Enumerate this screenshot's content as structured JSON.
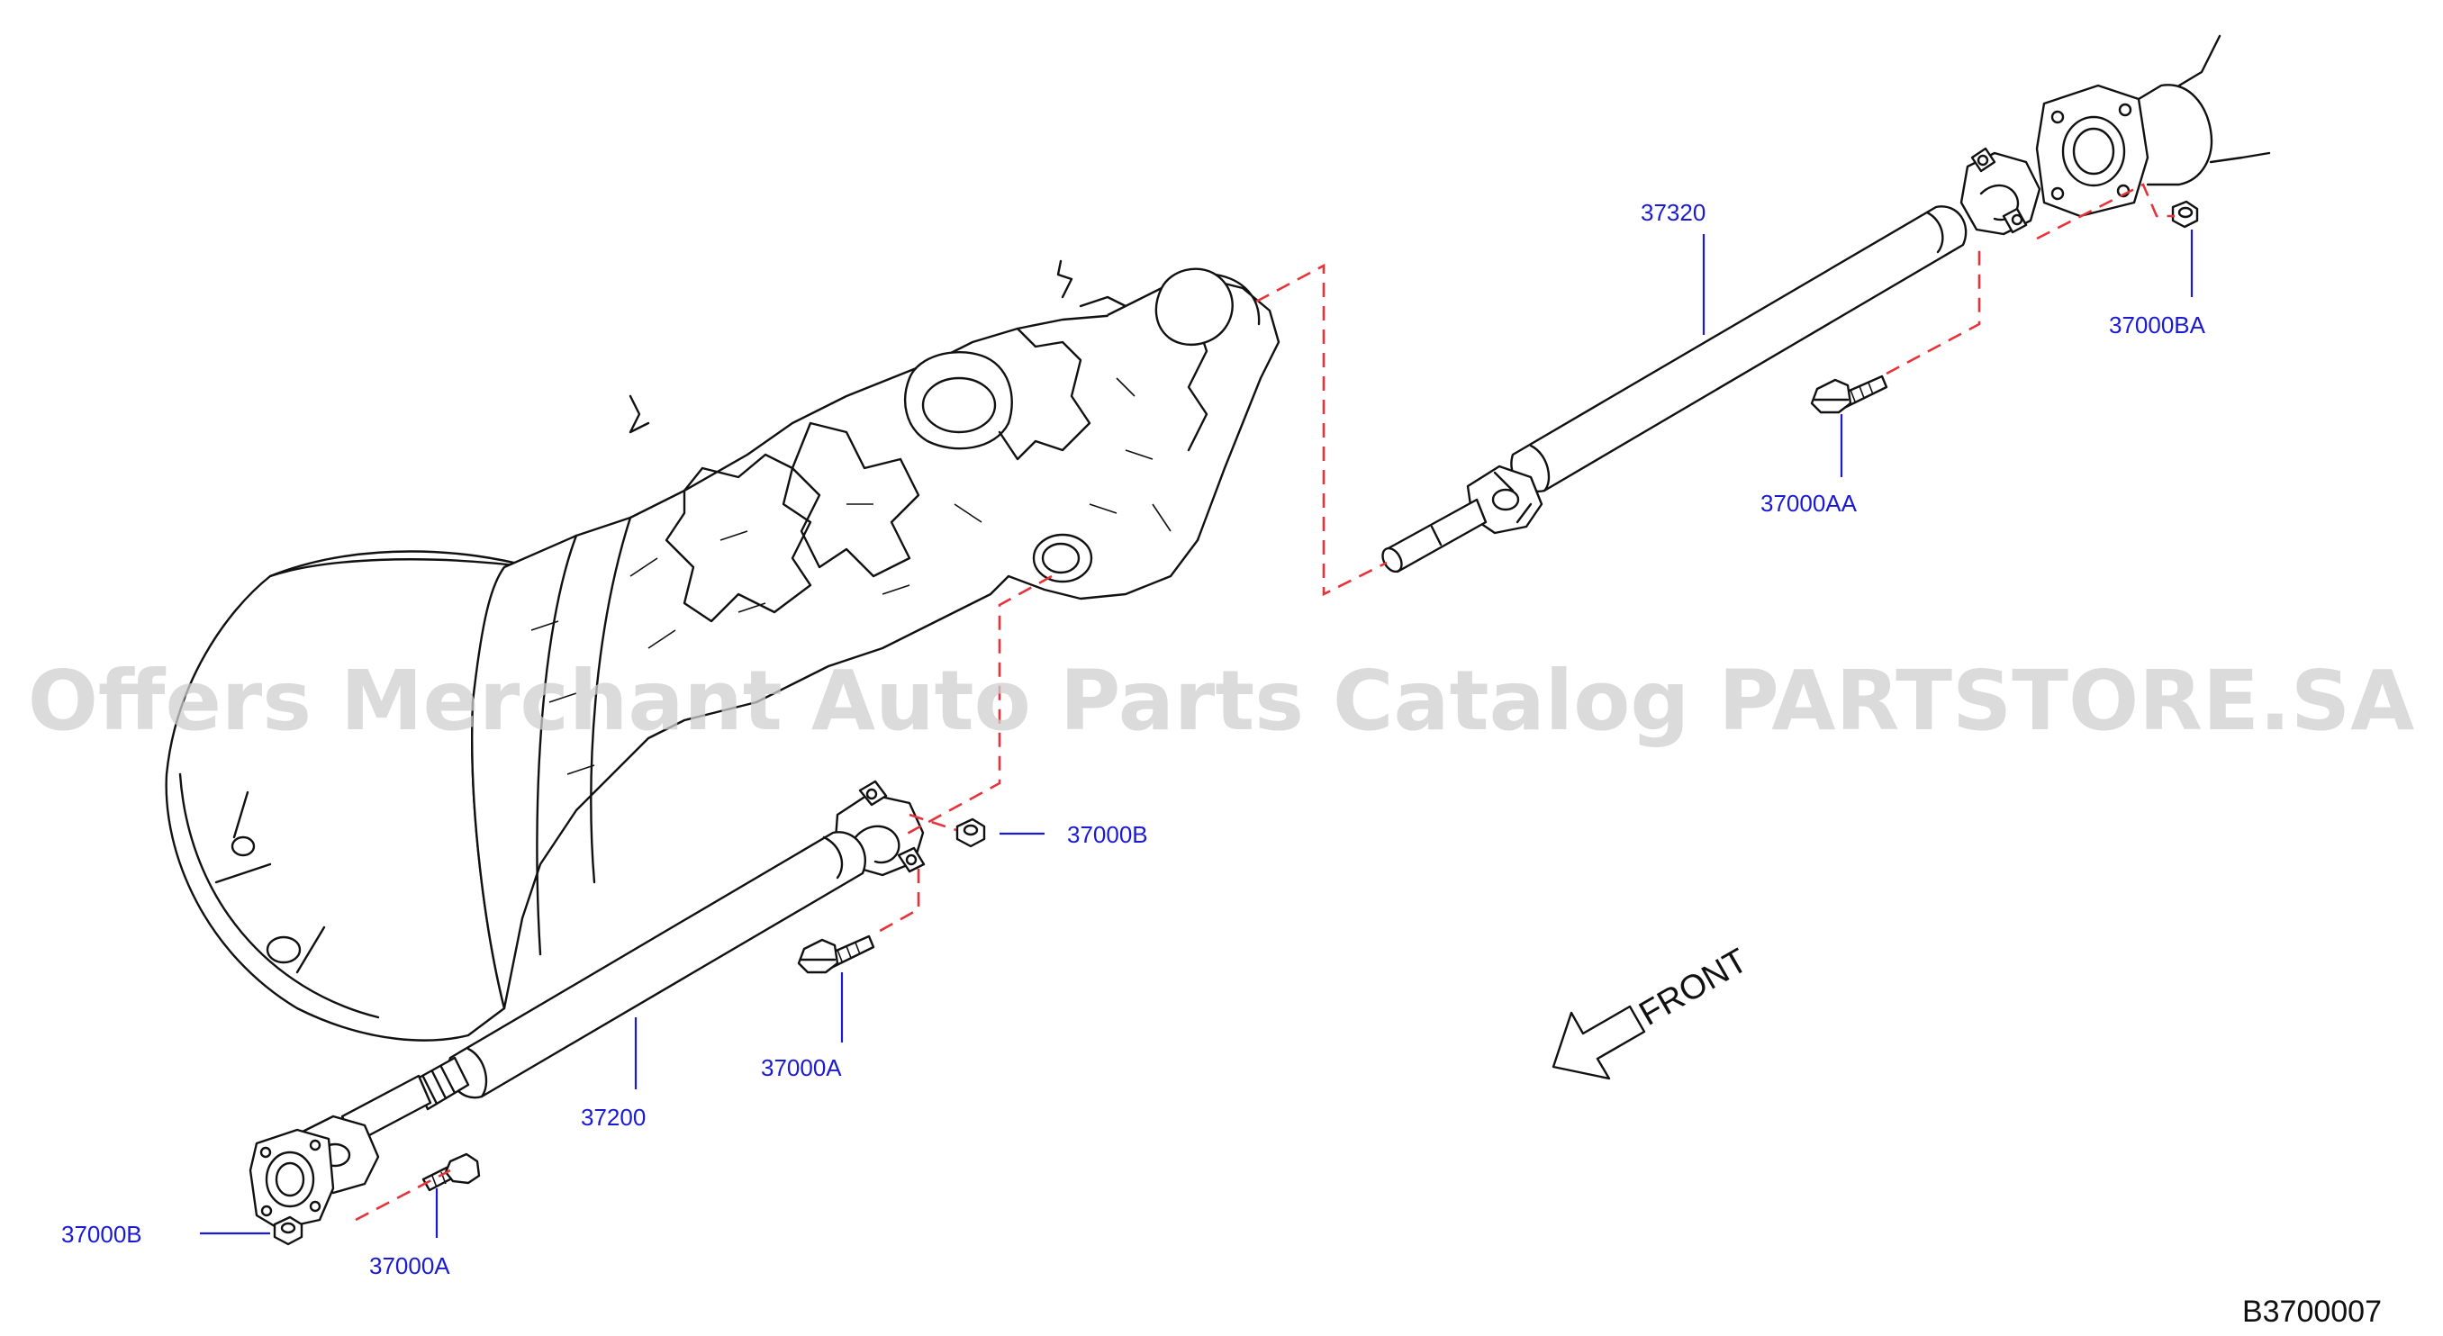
{
  "diagram": {
    "watermark": "Offers Merchant Auto Parts Catalog PARTSTORE.SA",
    "reference_code": "B3700007",
    "direction_label": "FRONT",
    "callouts": {
      "rear_shaft": "37320",
      "rear_nut": "37000BA",
      "rear_bolt": "37000AA",
      "front_shaft": "37200",
      "front_nut_upper": "37000B",
      "front_bolt_upper": "37000A",
      "front_nut_lower": "37000B",
      "front_bolt_lower": "37000A"
    }
  }
}
